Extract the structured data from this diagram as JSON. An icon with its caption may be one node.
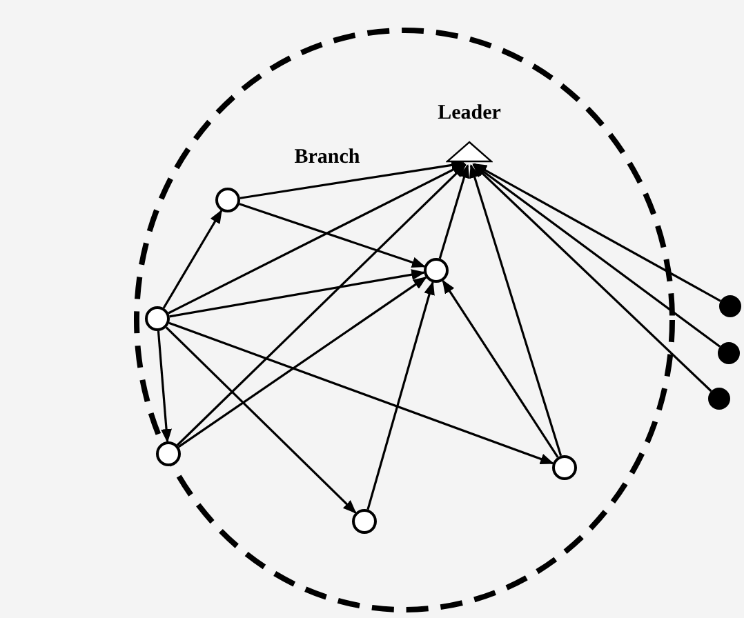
{
  "diagram": {
    "nodes": [
      {
        "text": [],
        "shape": "ellipse"
      },
      {
        "text": [
          "Leader"
        ],
        "in": 0
      },
      {
        "text": [],
        "shape": "circle",
        "in": 0
      },
      {
        "text": [],
        "shape": "circle",
        "in": 0
      },
      {
        "text": [],
        "shape": "circle",
        "in": 0
      },
      {
        "text": [],
        "shape": "circle",
        "in": 0
      },
      {
        "text": [],
        "shape": "circle",
        "in": 0
      },
      {
        "text": [],
        "shape": "circle",
        "in": 0
      },
      {
        "text": [],
        "shape": "dot"
      },
      {
        "text": [],
        "shape": "dot"
      },
      {
        "text": [],
        "shape": "dot"
      }
    ],
    "edges": [
      {
        "from": 2,
        "to": 1,
        "arrow": "to",
        "label": "Branch"
      },
      {
        "from": 2,
        "to": 3,
        "arrow": "to"
      },
      {
        "from": 4,
        "to": 2,
        "arrow": "to"
      },
      {
        "from": 4,
        "to": 1,
        "arrow": "to"
      },
      {
        "from": 4,
        "to": 3,
        "arrow": "to"
      },
      {
        "from": 4,
        "to": 5,
        "arrow": "to"
      },
      {
        "from": 4,
        "to": 6,
        "arrow": "to"
      },
      {
        "from": 4,
        "to": 7,
        "arrow": "to"
      },
      {
        "from": 5,
        "to": 1,
        "arrow": "to"
      },
      {
        "from": 5,
        "to": 3,
        "arrow": "to"
      },
      {
        "from": 6,
        "to": 3,
        "arrow": "to"
      },
      {
        "from": 7,
        "to": 3,
        "arrow": "to"
      },
      {
        "from": 7,
        "to": 1,
        "arrow": "to"
      },
      {
        "from": 3,
        "to": 1,
        "arrow": "to"
      },
      {
        "from": 8,
        "to": 1,
        "arrow": "to"
      },
      {
        "from": 9,
        "to": 1,
        "arrow": "to"
      },
      {
        "from": 10,
        "to": 1,
        "arrow": "to"
      }
    ]
  }
}
